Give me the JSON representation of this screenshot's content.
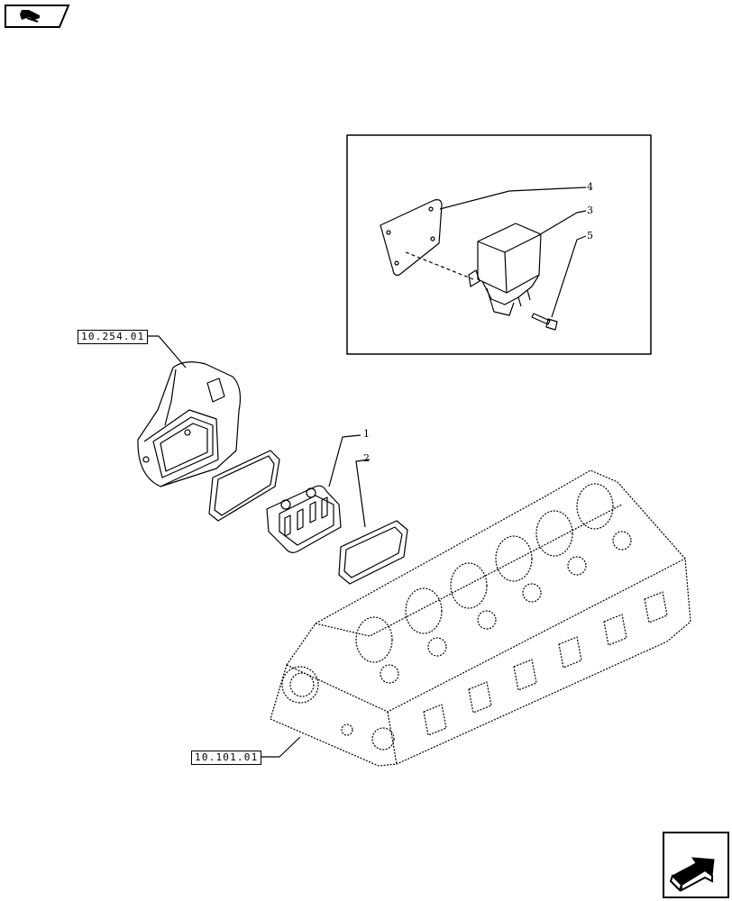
{
  "references": {
    "upper": "10.254.01",
    "lower": "10.101.01"
  },
  "callouts": {
    "item_1": "1",
    "item_2": "2",
    "item_3": "3",
    "item_4": "4",
    "item_5": "5"
  },
  "icons": {
    "top_left": "book-arrow-icon",
    "bottom_right": "next-page-arrow-icon"
  }
}
